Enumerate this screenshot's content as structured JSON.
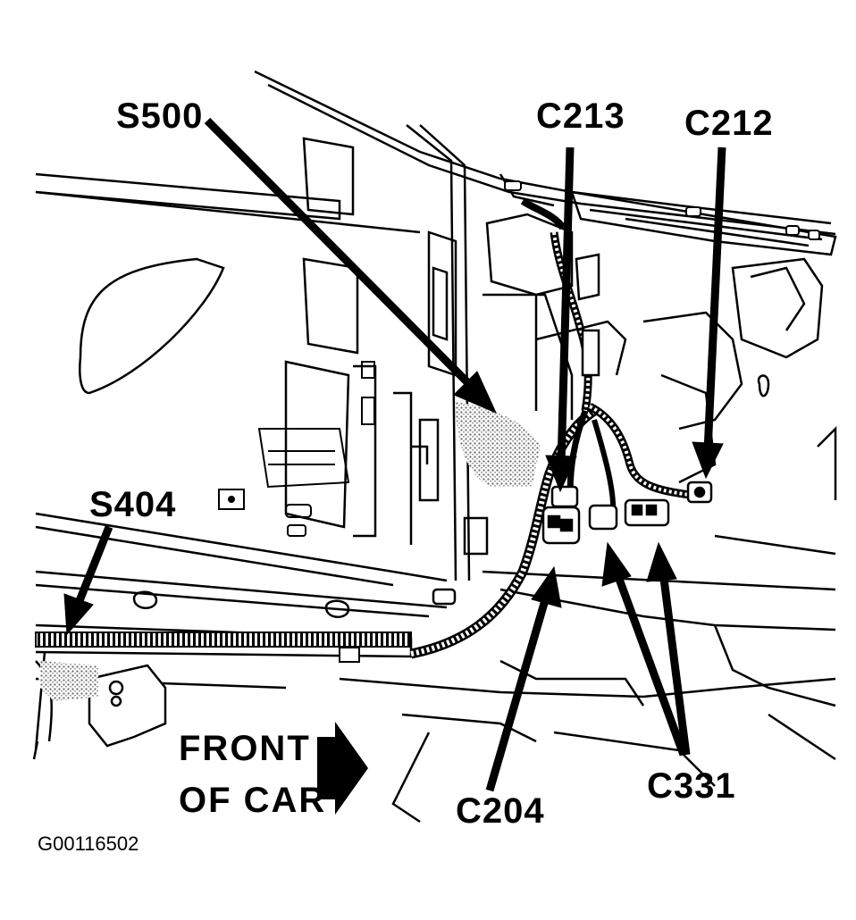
{
  "labels": {
    "s500": "S500",
    "c213": "C213",
    "c212": "C212",
    "s404": "S404",
    "c204": "C204",
    "c331": "C331"
  },
  "front_of_car": {
    "line1": "FRONT",
    "line2": "OF CAR"
  },
  "figure_id": "G00116502",
  "colors": {
    "ink": "#000000",
    "paper": "#ffffff",
    "shade": "#bdbdbd"
  }
}
